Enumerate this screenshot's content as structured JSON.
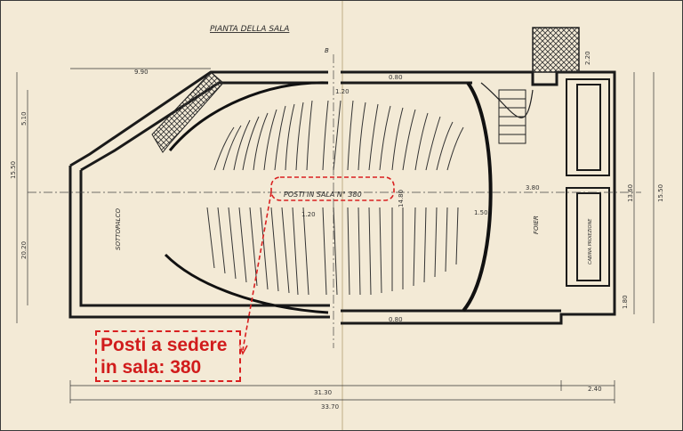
{
  "drawing": {
    "title": "PIANTA DELLA SALA",
    "seat_count_label": "POSTI IN SALA N° 380",
    "room_labels": {
      "stage": "SOTTOPALCO",
      "foyer": "FOIER",
      "cabin": "CABINA PROIEZIONE"
    },
    "dimensions": {
      "total_length": "33.70",
      "inner_length": "31.30",
      "right_segment": "2.40",
      "left_top": "9.90",
      "height_outer": "15.50",
      "height_right": "13.60",
      "height_right_2": "15.50",
      "left_upper": "5.10",
      "left_lower": "20.20",
      "foyer_width": "3.80",
      "width_small": "1.50",
      "stair_top": "2.20",
      "bottom_right": "1.80",
      "misc_a": "0.80",
      "misc_b": "1.20",
      "misc_c": "0.80",
      "section_mark": "B",
      "misc_d": "14.80",
      "misc_e": "1.20"
    }
  },
  "annotation": {
    "line1": "Posti a sedere",
    "line2": "in sala: 380",
    "color": "#d11c1c"
  }
}
